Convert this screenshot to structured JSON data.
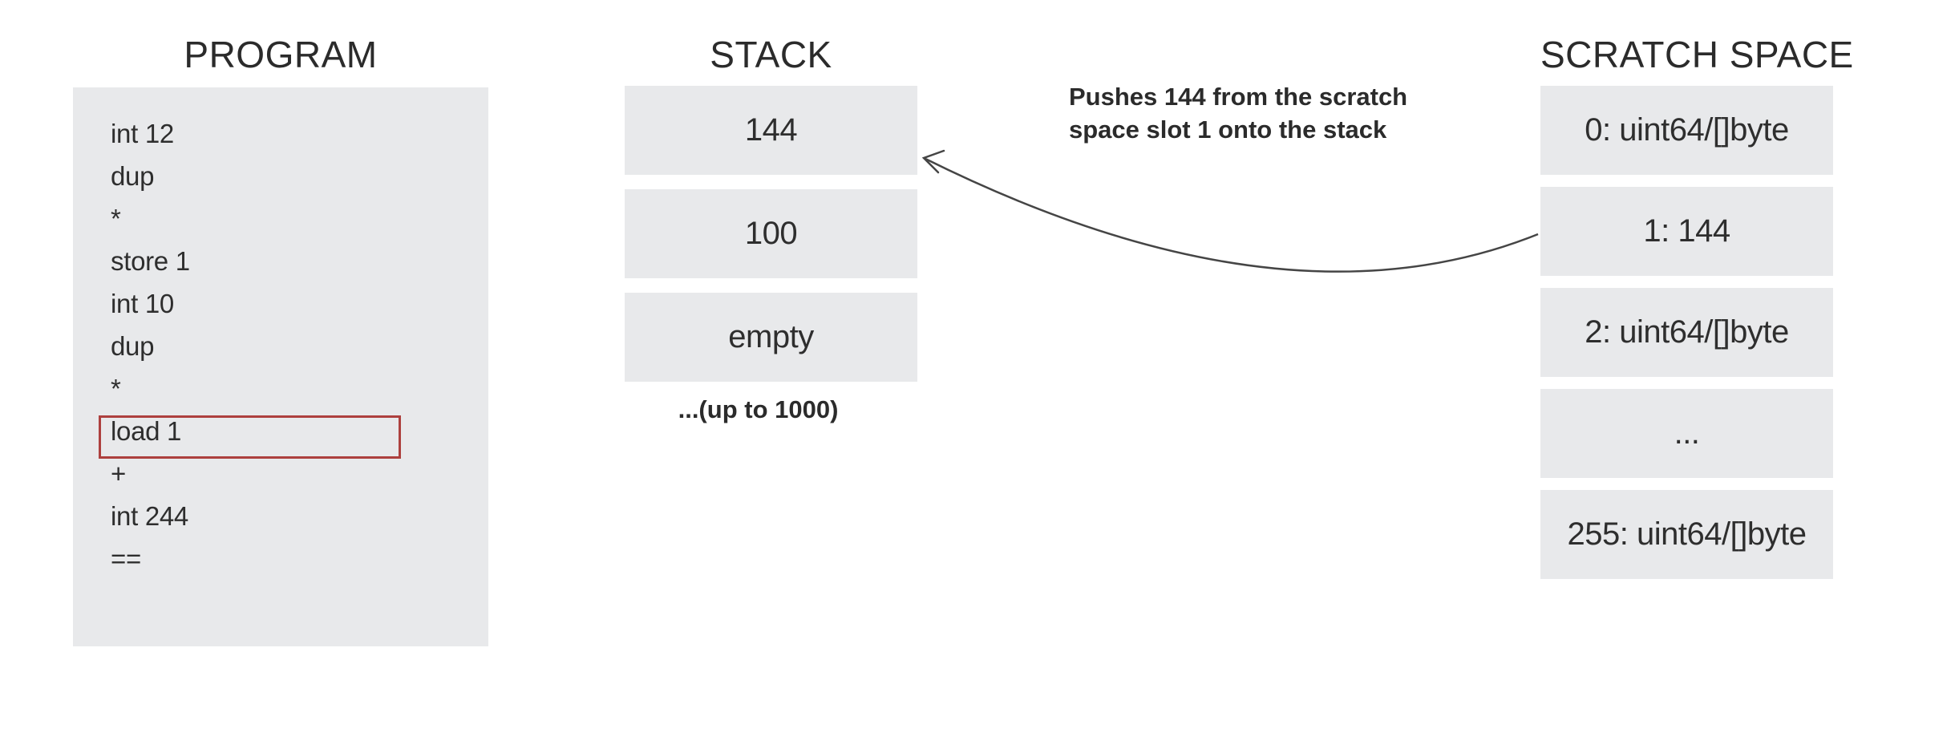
{
  "program": {
    "title": "PROGRAM",
    "lines": [
      "int 12",
      "dup",
      "*",
      "store 1",
      "int 10",
      "dup",
      "*",
      "load 1",
      "+",
      "int 244",
      "=="
    ],
    "highlighted_line": "load 1"
  },
  "stack": {
    "title": "STACK",
    "cells": [
      "144",
      "100",
      "empty"
    ],
    "caption": "...(up to 1000)"
  },
  "scratch": {
    "title": "SCRATCH SPACE",
    "cells": [
      "0: uint64/[]byte",
      "1: 144",
      "2: uint64/[]byte",
      "...",
      "255: uint64/[]byte"
    ]
  },
  "annotation": {
    "line1": "Pushes 144 from the scratch",
    "line2": "space slot 1 onto the stack"
  },
  "colors": {
    "cell_fill": "#e8e9eb",
    "text": "#2e2e2e",
    "highlight_border": "#ad403e",
    "arrow": "#454545",
    "background": "#ffffff"
  }
}
